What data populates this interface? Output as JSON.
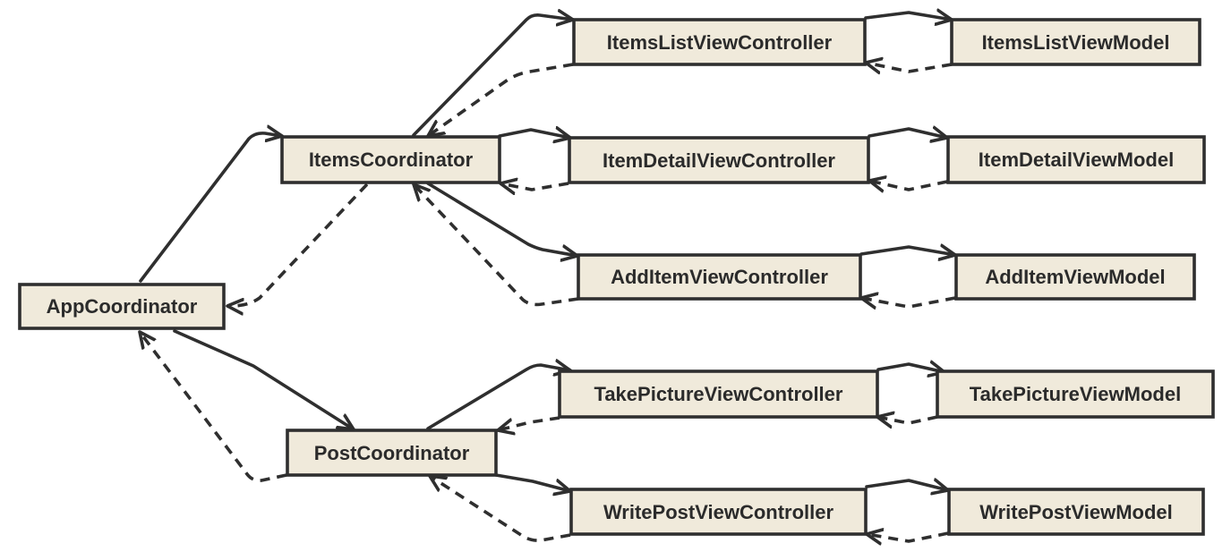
{
  "diagram": {
    "nodes": [
      {
        "id": "app",
        "label": "AppCoordinator"
      },
      {
        "id": "items",
        "label": "ItemsCoordinator"
      },
      {
        "id": "post",
        "label": "PostCoordinator"
      },
      {
        "id": "ilvc",
        "label": "ItemsListViewController"
      },
      {
        "id": "ilvm",
        "label": "ItemsListViewModel"
      },
      {
        "id": "idvc",
        "label": "ItemDetailViewController"
      },
      {
        "id": "idvm",
        "label": "ItemDetailViewModel"
      },
      {
        "id": "aivc",
        "label": "AddItemViewController"
      },
      {
        "id": "aivm",
        "label": "AddItemViewModel"
      },
      {
        "id": "tpvc",
        "label": "TakePictureViewController"
      },
      {
        "id": "tpvm",
        "label": "TakePictureViewModel"
      },
      {
        "id": "wpvc",
        "label": "WritePostViewController"
      },
      {
        "id": "wpvm",
        "label": "WritePostViewModel"
      }
    ],
    "edges": [
      {
        "from": "app",
        "to": "items",
        "style": "solid"
      },
      {
        "from": "items",
        "to": "app",
        "style": "dashed"
      },
      {
        "from": "app",
        "to": "post",
        "style": "solid"
      },
      {
        "from": "post",
        "to": "app",
        "style": "dashed"
      },
      {
        "from": "items",
        "to": "ilvc",
        "style": "solid"
      },
      {
        "from": "ilvc",
        "to": "items",
        "style": "dashed"
      },
      {
        "from": "items",
        "to": "idvc",
        "style": "solid"
      },
      {
        "from": "idvc",
        "to": "items",
        "style": "dashed"
      },
      {
        "from": "items",
        "to": "aivc",
        "style": "solid"
      },
      {
        "from": "aivc",
        "to": "items",
        "style": "dashed"
      },
      {
        "from": "ilvc",
        "to": "ilvm",
        "style": "solid"
      },
      {
        "from": "ilvm",
        "to": "ilvc",
        "style": "dashed"
      },
      {
        "from": "idvc",
        "to": "idvm",
        "style": "solid"
      },
      {
        "from": "idvm",
        "to": "idvc",
        "style": "dashed"
      },
      {
        "from": "aivc",
        "to": "aivm",
        "style": "solid"
      },
      {
        "from": "aivm",
        "to": "aivc",
        "style": "dashed"
      },
      {
        "from": "post",
        "to": "tpvc",
        "style": "solid"
      },
      {
        "from": "tpvc",
        "to": "post",
        "style": "dashed"
      },
      {
        "from": "post",
        "to": "wpvc",
        "style": "solid"
      },
      {
        "from": "wpvc",
        "to": "post",
        "style": "dashed"
      },
      {
        "from": "tpvc",
        "to": "tpvm",
        "style": "solid"
      },
      {
        "from": "tpvm",
        "to": "tpvc",
        "style": "dashed"
      },
      {
        "from": "wpvc",
        "to": "wpvm",
        "style": "solid"
      },
      {
        "from": "wpvm",
        "to": "wpvc",
        "style": "dashed"
      }
    ]
  }
}
